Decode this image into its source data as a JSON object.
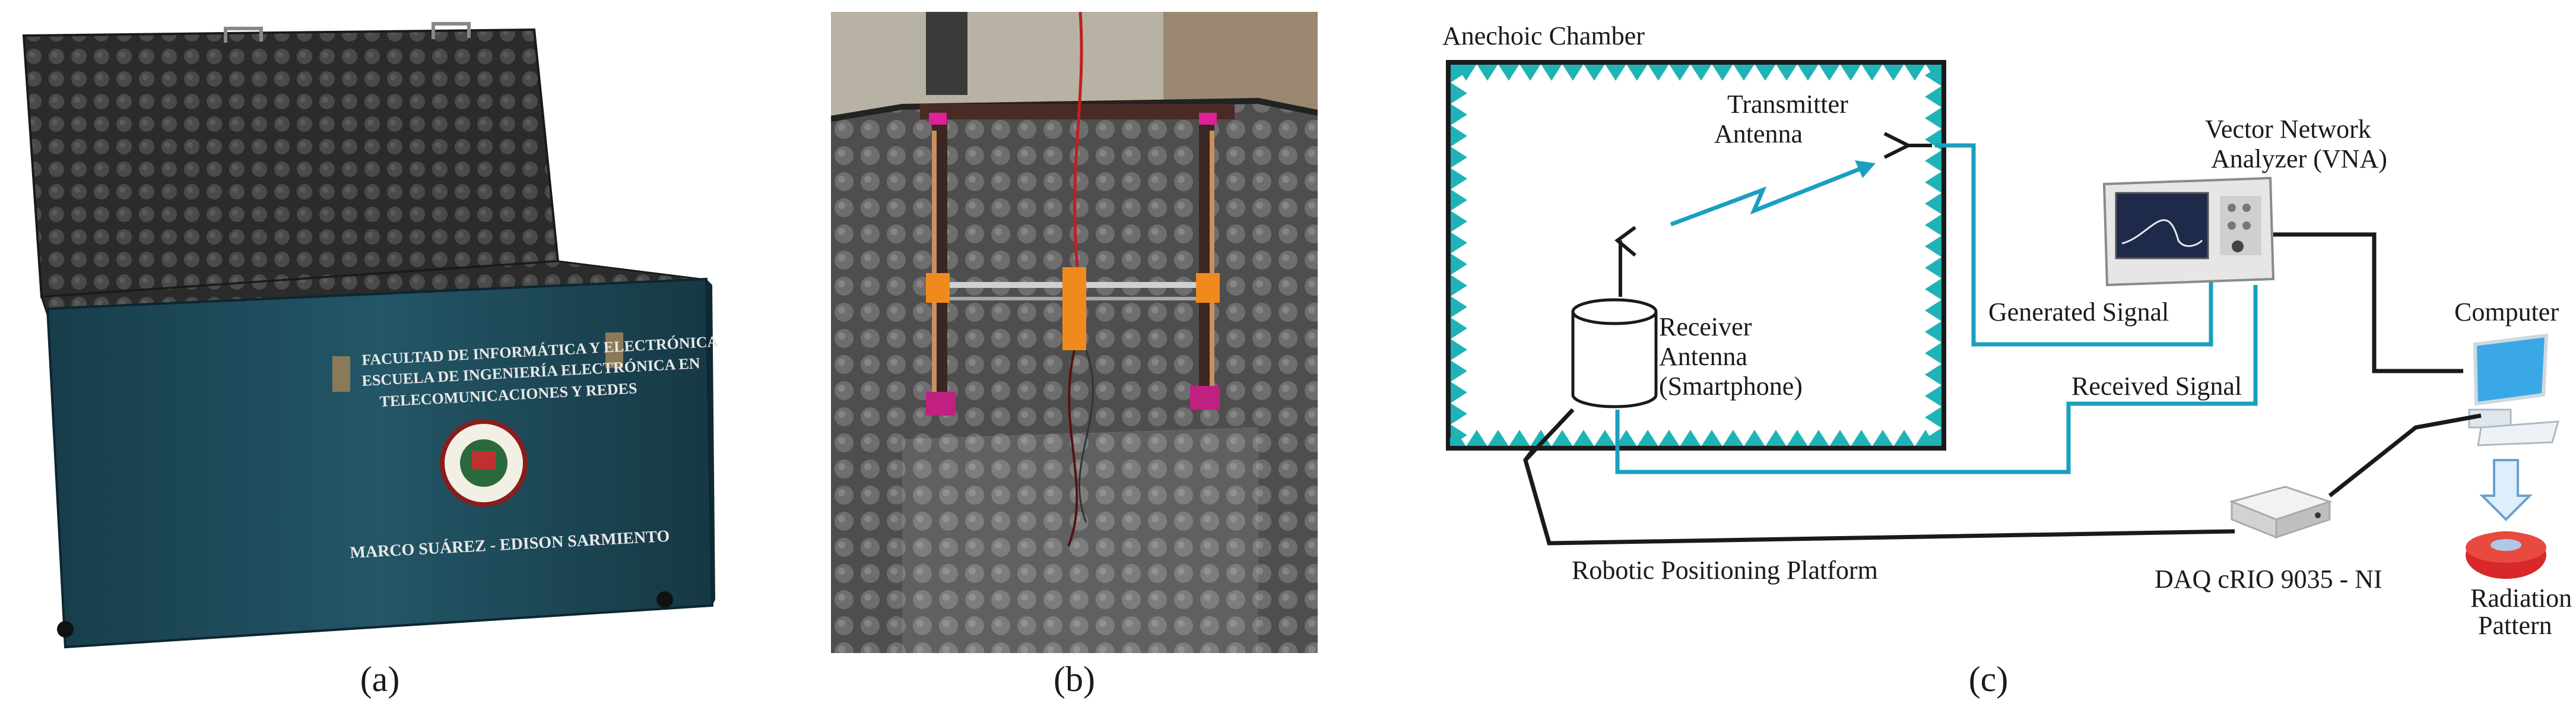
{
  "panels": {
    "a": {
      "caption": "(a)",
      "box_text": [
        "FACULTAD DE INFORMÁTICA Y ELECTRÓNICA",
        "ESCUELA DE INGENIERÍA ELECTRÓNICA EN",
        "TELECOMUNICACIONES Y REDES"
      ],
      "box_authors": "MARCO SUÁREZ - EDISON SARMIENTO"
    },
    "b": {
      "caption": "(b)"
    },
    "c": {
      "caption": "(c)",
      "labels": {
        "chamber": "Anechoic Chamber",
        "transmitter_1": "Transmitter",
        "transmitter_2": "Antenna",
        "vna_1": "Vector Network",
        "vna_2": "Analyzer (VNA)",
        "generated": "Generated Signal",
        "received_signal": "Received Signal",
        "receiver_1": "Receiver",
        "receiver_2": "Antenna",
        "receiver_3": "(Smartphone)",
        "computer": "Computer",
        "robotic": "Robotic Positioning Platform",
        "daq": "DAQ cRIO 9035 - NI",
        "radiation_1": "Radiation",
        "radiation_2": "Pattern"
      }
    }
  },
  "colors": {
    "box_body": "#1f4b5c",
    "foam": "#3a3a3a",
    "chamber_border": "#1fb3b8",
    "signal_line": "#1a9fc0",
    "black_line": "#1a1a1a",
    "frame_orange": "#f08a1c",
    "radiation": "#d8282a"
  }
}
